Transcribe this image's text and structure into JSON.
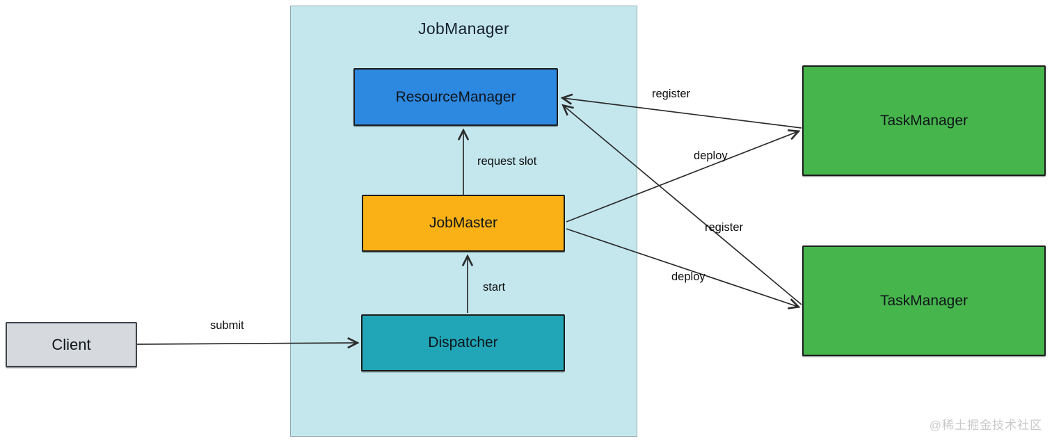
{
  "diagram": {
    "container": {
      "label": "JobManager",
      "fill": "#c4e7ee"
    },
    "nodes": {
      "client": {
        "label": "Client",
        "fill": "#d6dade"
      },
      "resource_manager": {
        "label": "ResourceManager",
        "fill": "#2d88e0"
      },
      "job_master": {
        "label": "JobMaster",
        "fill": "#f9b115"
      },
      "dispatcher": {
        "label": "Dispatcher",
        "fill": "#21a6b7"
      },
      "task_manager_1": {
        "label": "TaskManager",
        "fill": "#46b54c"
      },
      "task_manager_2": {
        "label": "TaskManager",
        "fill": "#46b54c"
      }
    },
    "edges": [
      {
        "from": "client",
        "to": "dispatcher",
        "label": "submit"
      },
      {
        "from": "dispatcher",
        "to": "job_master",
        "label": "start"
      },
      {
        "from": "job_master",
        "to": "resource_manager",
        "label": "request slot"
      },
      {
        "from": "task_manager_1",
        "to": "resource_manager",
        "label": "register"
      },
      {
        "from": "task_manager_2",
        "to": "resource_manager",
        "label": "register"
      },
      {
        "from": "job_master",
        "to": "task_manager_1",
        "label": "deploy"
      },
      {
        "from": "job_master",
        "to": "task_manager_2",
        "label": "deploy"
      }
    ],
    "line_color": "#2b2b2b",
    "watermark": "@稀土掘金技术社区"
  }
}
